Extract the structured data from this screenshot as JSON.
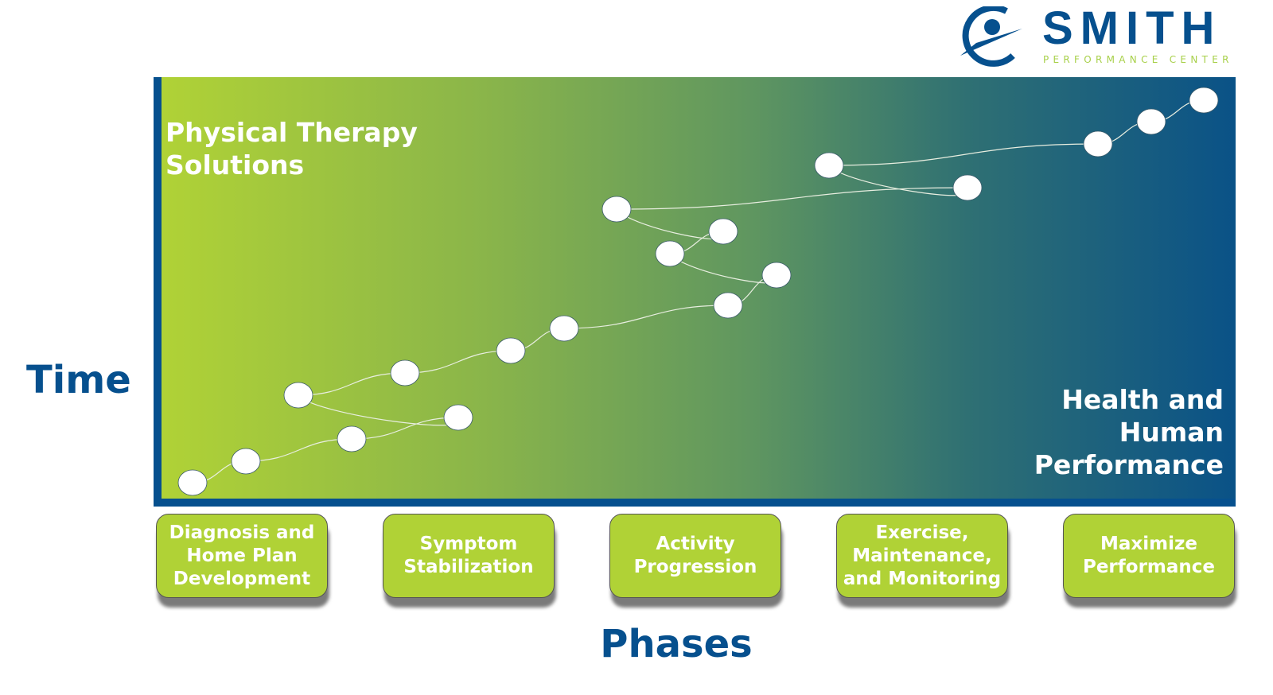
{
  "logo": {
    "name": "SMITH",
    "tagline": "PERFORMANCE CENTER"
  },
  "corner_top_left": "Physical Therapy\nSolutions",
  "corner_bottom_right": "Health and\nHuman\nPerformance",
  "y_axis_label": "Time",
  "x_axis_label": "Phases",
  "phases": [
    "Diagnosis and\nHome Plan\nDevelopment",
    "Symptom\nStabilization",
    "Activity\nProgression",
    "Exercise,\nMaintenance,\nand Monitoring",
    "Maximize\nPerformance"
  ],
  "colors": {
    "brand_blue": "#06508e",
    "lime": "#b0d236"
  },
  "progress_steps": 18
}
